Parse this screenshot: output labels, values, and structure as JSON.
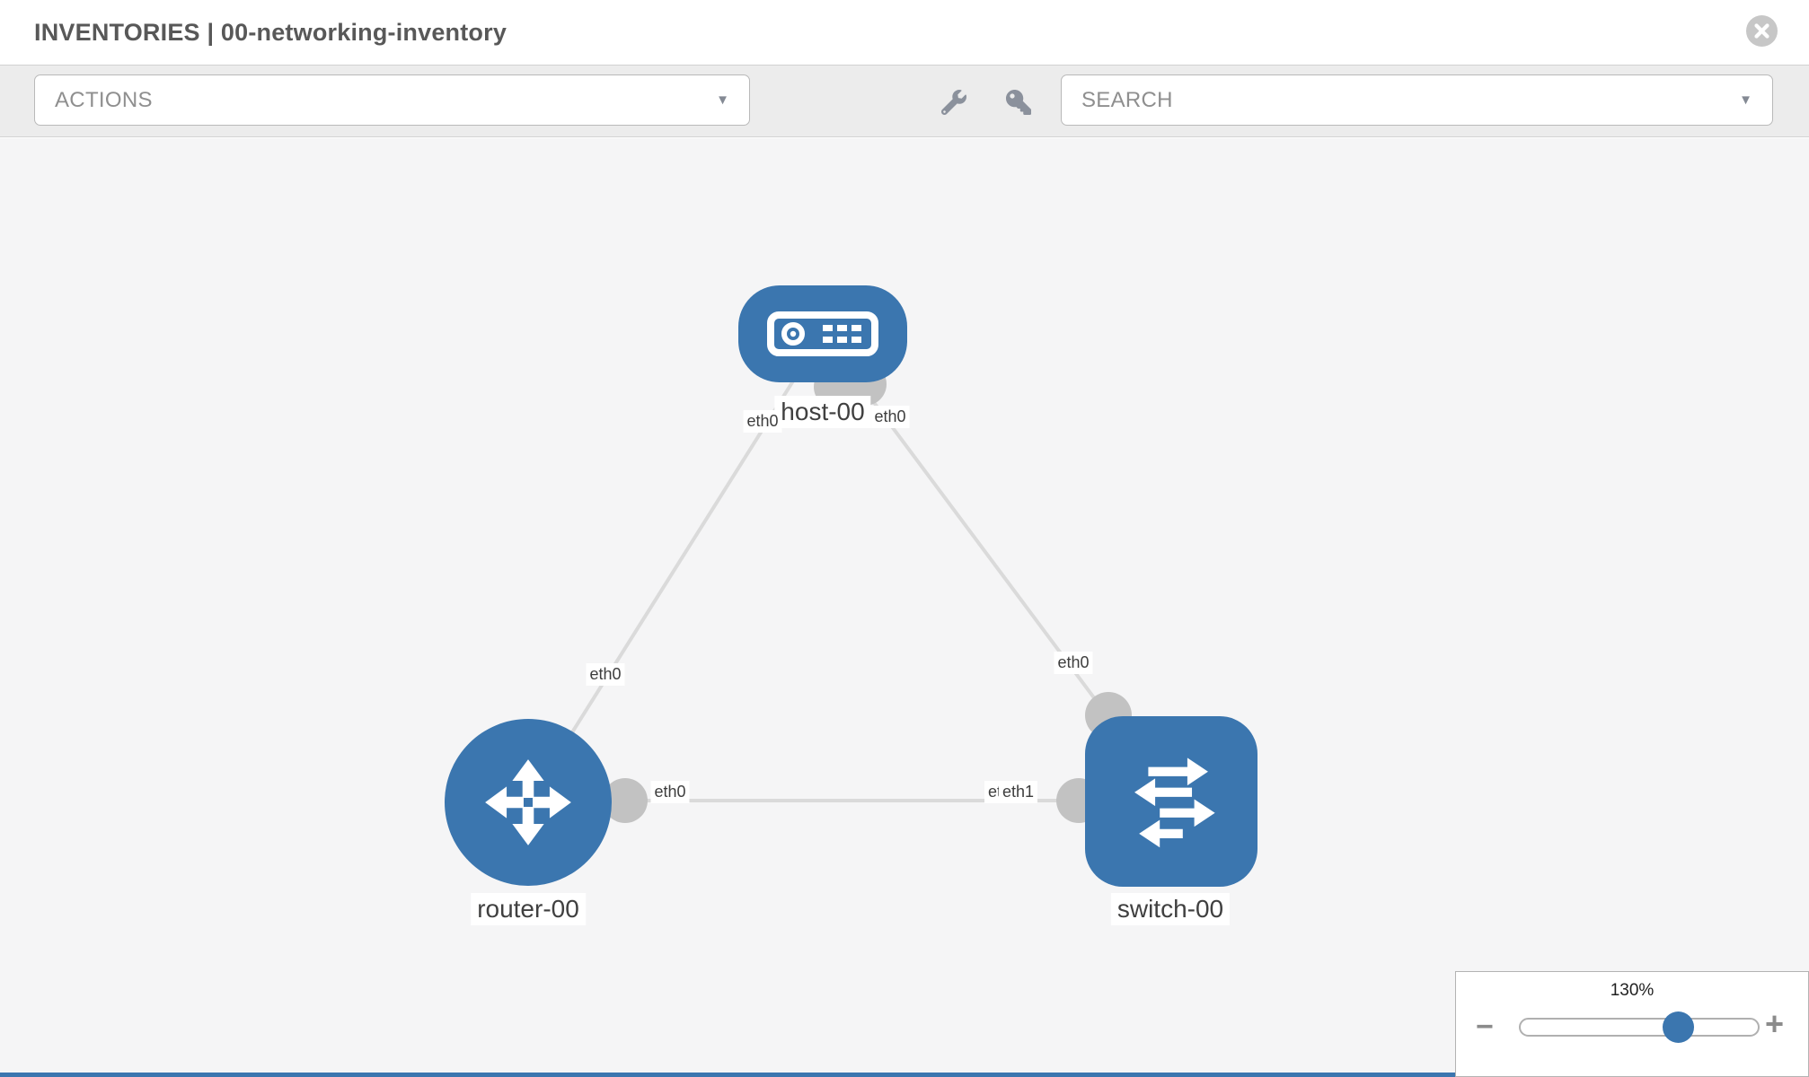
{
  "header": {
    "title": "INVENTORIES | 00-networking-inventory"
  },
  "toolbar": {
    "actions_label": "ACTIONS",
    "search_label": "SEARCH",
    "icons": {
      "actions_caret": "▼",
      "search_caret": "▼",
      "wrench": "wrench-icon",
      "key": "key-icon"
    }
  },
  "diagram": {
    "nodes": [
      {
        "id": "host-00",
        "type": "host",
        "label": "host-00"
      },
      {
        "id": "router-00",
        "type": "router",
        "label": "router-00"
      },
      {
        "id": "switch-00",
        "type": "switch",
        "label": "switch-00"
      }
    ],
    "links": [
      {
        "from": "router-00",
        "to": "host-00",
        "from_interface": "eth0",
        "to_interface": "eth0"
      },
      {
        "from": "switch-00",
        "to": "host-00",
        "from_interface": "eth0",
        "to_interface": "eth0"
      },
      {
        "from": "router-00",
        "to": "switch-00",
        "from_interface": "eth0",
        "to_interface": "eth1"
      }
    ],
    "interface_labels": {
      "host_left": "eth0",
      "host_right": "eth0",
      "router_host_link": "eth0",
      "switch_host_link": "eth0",
      "rs_link_router_side": "eth0",
      "rs_link_switch_side_under": "eth0",
      "rs_link_switch_side": "eth1"
    }
  },
  "zoom_control": {
    "level": "130%",
    "minus_label": "−",
    "plus_label": "+"
  },
  "colors": {
    "node_blue": "#3b76af",
    "link_gray": "#dadada",
    "iface_gray": "#c2c2c2",
    "canvas_bg": "#f5f5f6",
    "toolbar_bg": "#ececec",
    "muted_text": "#8f8f8f"
  }
}
